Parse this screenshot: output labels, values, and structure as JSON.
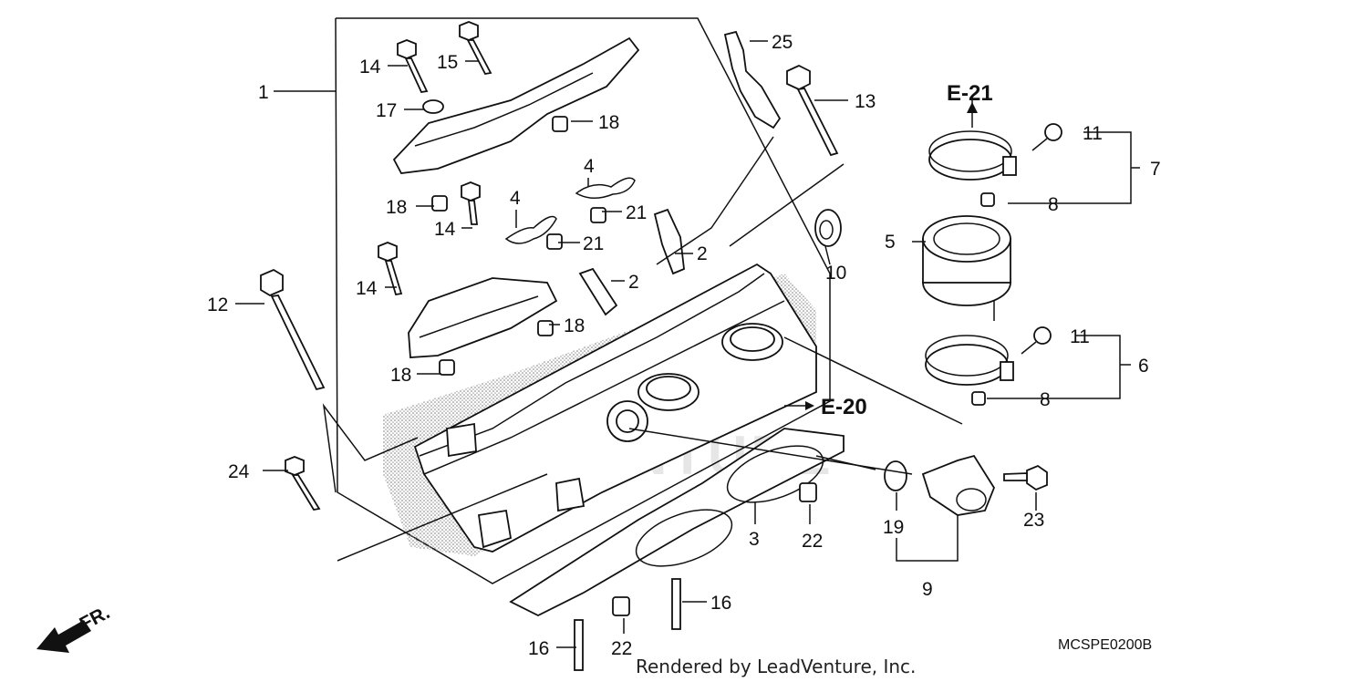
{
  "callouts": {
    "c1": "1",
    "c2a": "2",
    "c2b": "2",
    "c3": "3",
    "c4a": "4",
    "c4b": "4",
    "c5": "5",
    "c6": "6",
    "c7": "7",
    "c8a": "8",
    "c8b": "8",
    "c9": "9",
    "c10": "10",
    "c11a": "11",
    "c11b": "11",
    "c12": "12",
    "c13": "13",
    "c14a": "14",
    "c14b": "14",
    "c14c": "14",
    "c15": "15",
    "c16a": "16",
    "c16b": "16",
    "c17": "17",
    "c18a": "18",
    "c18b": "18",
    "c18c": "18",
    "c18d": "18",
    "c19": "19",
    "c21a": "21",
    "c21b": "21",
    "c22a": "22",
    "c22b": "22",
    "c23": "23",
    "c24": "24",
    "c25": "25"
  },
  "refs": {
    "e21": "E-21",
    "e20": "E-20"
  },
  "direction_label": "FR.",
  "diagram_code": "MCSPE0200B",
  "credit": "Rendered by LeadVenture, Inc.",
  "watermark": "VENTURE"
}
